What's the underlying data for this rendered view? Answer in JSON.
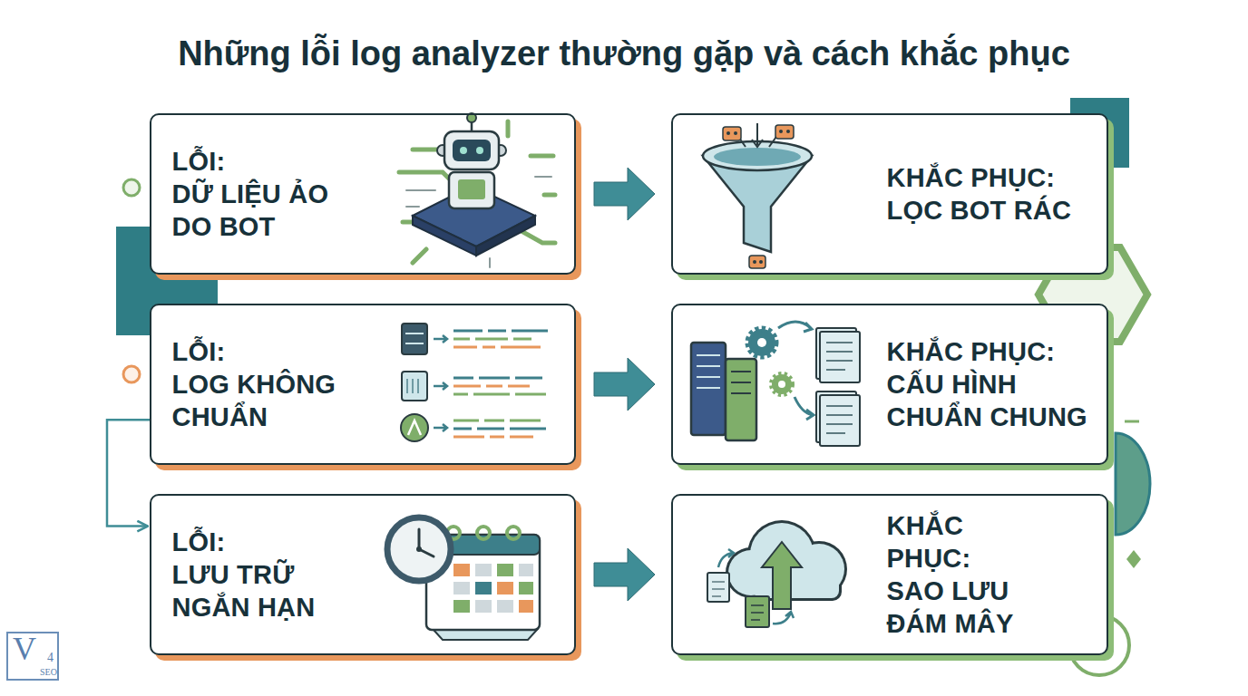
{
  "diagram": {
    "title": "Những lỗi log analyzer thường gặp và cách khắc phục",
    "nodes": [
      {
        "text": [
          "LỖI:",
          "DỮ LIỆU ẢO DO BOT"
        ]
      },
      {
        "text": [
          "KHẮC PHỤC:",
          "LỌC BOT RÁC"
        ]
      },
      {
        "text": [
          "LỖI:",
          "LOG KHÔNG CHUẨN"
        ]
      },
      {
        "text": [
          "KHẮC PHỤC:",
          "CẤU HÌNH CHUẨN CHUNG"
        ]
      },
      {
        "text": [
          "LỖI:",
          "LƯU TRỮ NGẮN HẠN"
        ]
      },
      {
        "text": [
          "KHẮC PHỤC:",
          "SAO LƯU ĐÁM MÂY"
        ]
      }
    ],
    "edges": [
      {
        "from": 0,
        "to": 1,
        "arrow": "to"
      },
      {
        "from": 2,
        "to": 3,
        "arrow": "to"
      },
      {
        "from": 4,
        "to": 5,
        "arrow": "to"
      },
      {
        "from": 2,
        "to": 4,
        "arrow": "to"
      }
    ],
    "labels": [
      "V",
      "4",
      "SEO"
    ]
  }
}
